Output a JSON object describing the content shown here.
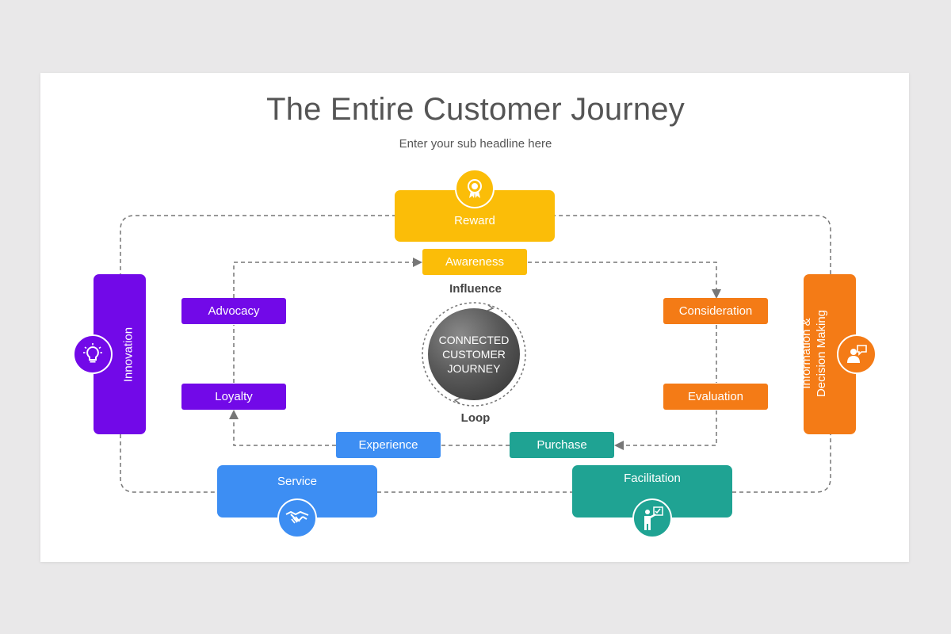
{
  "header": {
    "title": "The Entire Customer Journey",
    "subtitle": "Enter your sub headline here"
  },
  "outer_stages": {
    "reward": "Reward",
    "innovation": "Innovation",
    "information": "Information &",
    "decision": "Decision Making",
    "service": "Service",
    "facilitation": "Facilitation"
  },
  "inner_stages": {
    "awareness": "Awareness",
    "consideration": "Consideration",
    "evaluation": "Evaluation",
    "purchase": "Purchase",
    "experience": "Experience",
    "loyalty": "Loyalty",
    "advocacy": "Advocacy"
  },
  "center": {
    "line1": "CONNECTED",
    "line2": "CUSTOMER",
    "line3": "JOURNEY",
    "influence": "Influence",
    "loop": "Loop"
  },
  "icons": {
    "reward": "award-ribbon-icon",
    "innovation": "lightbulb-icon",
    "decision": "person-speech-icon",
    "service": "handshake-icon",
    "facilitation": "presenter-board-icon"
  },
  "colors": {
    "yellow": "#fbbd08",
    "purple": "#7209e8",
    "orange": "#f47b16",
    "blue": "#3d8ef3",
    "teal": "#1fa393",
    "connector": "#777777"
  }
}
